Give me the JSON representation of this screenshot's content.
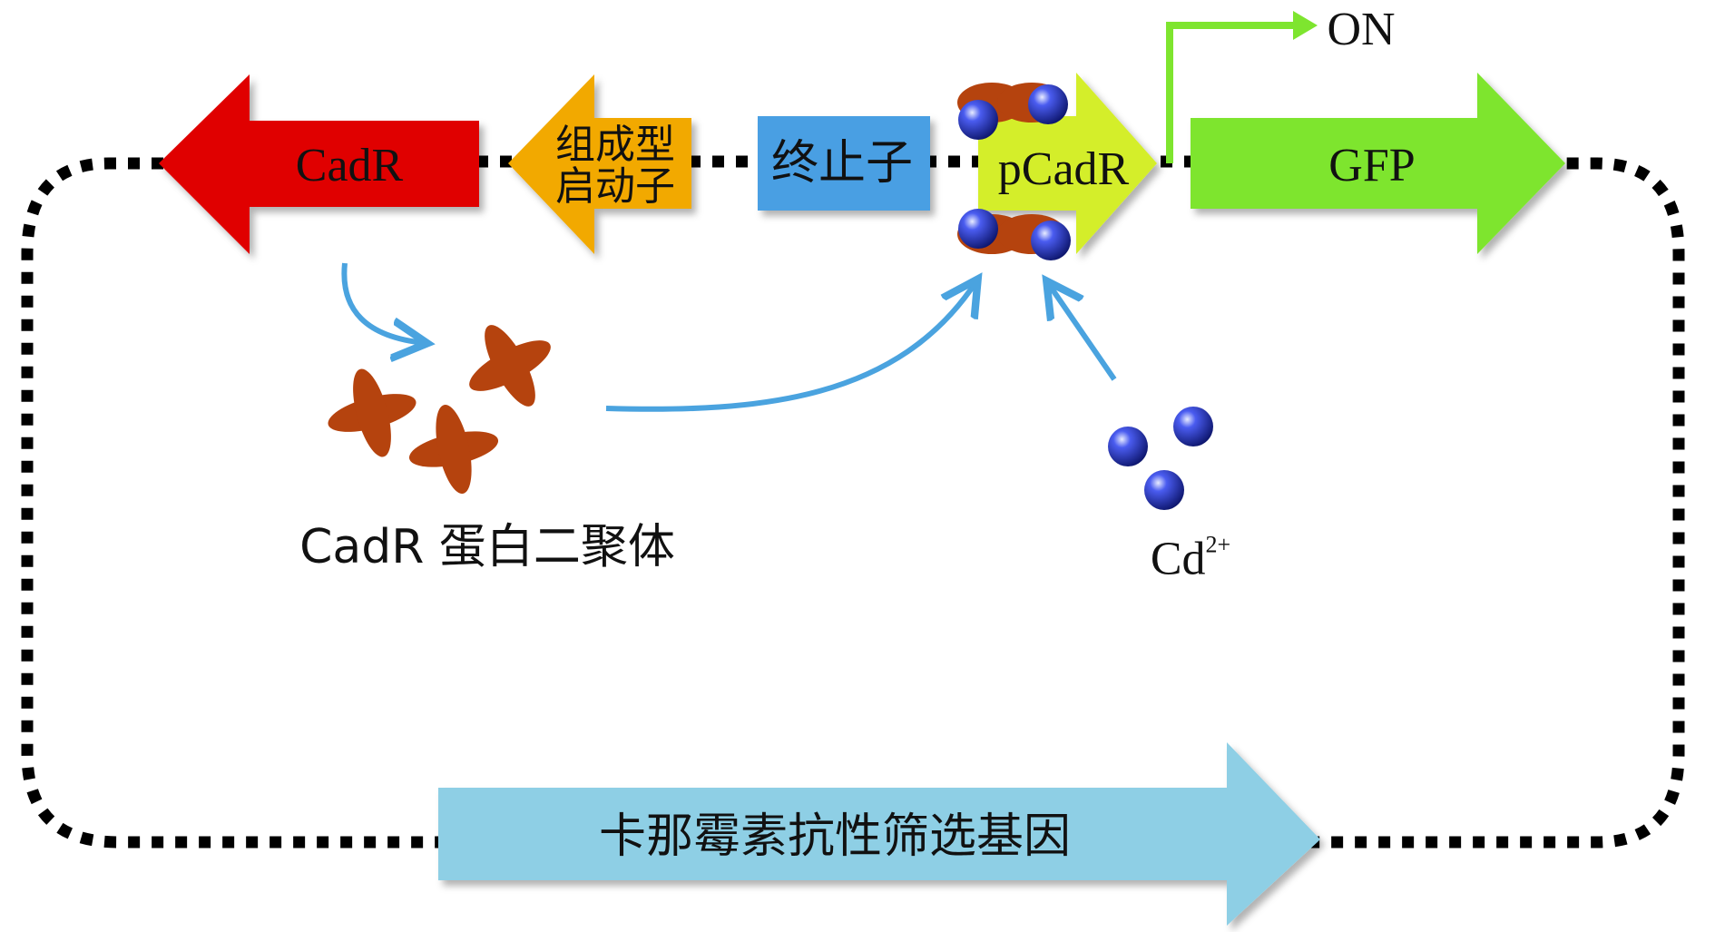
{
  "labels": {
    "cadr_gene": "CadR",
    "constitutive_promoter_line1": "组成型",
    "constitutive_promoter_line2": "启动子",
    "terminator": "终止子",
    "pcadr": "pCadR",
    "gfp": "GFP",
    "on": "ON",
    "cadr_dimer": "CadR 蛋白二聚体",
    "cd_base": "Cd",
    "cd_charge": "2+",
    "kan_resistance": "卡那霉素抗性筛选基因"
  },
  "colors": {
    "cadr_arrow": "#e00000",
    "promoter_arrow": "#f2a900",
    "terminator_box": "#4a9fe3",
    "pcadr_arrow": "#d4ee2a",
    "gfp_arrow": "#7ee52f",
    "kan_arrow": "#8ecfe5",
    "on_arrow": "#7ee52f",
    "process_arrow": "#4aa3df",
    "protein": "#b5430e",
    "cadmium_ion": "#1a2aa8",
    "loop": "#000000"
  }
}
